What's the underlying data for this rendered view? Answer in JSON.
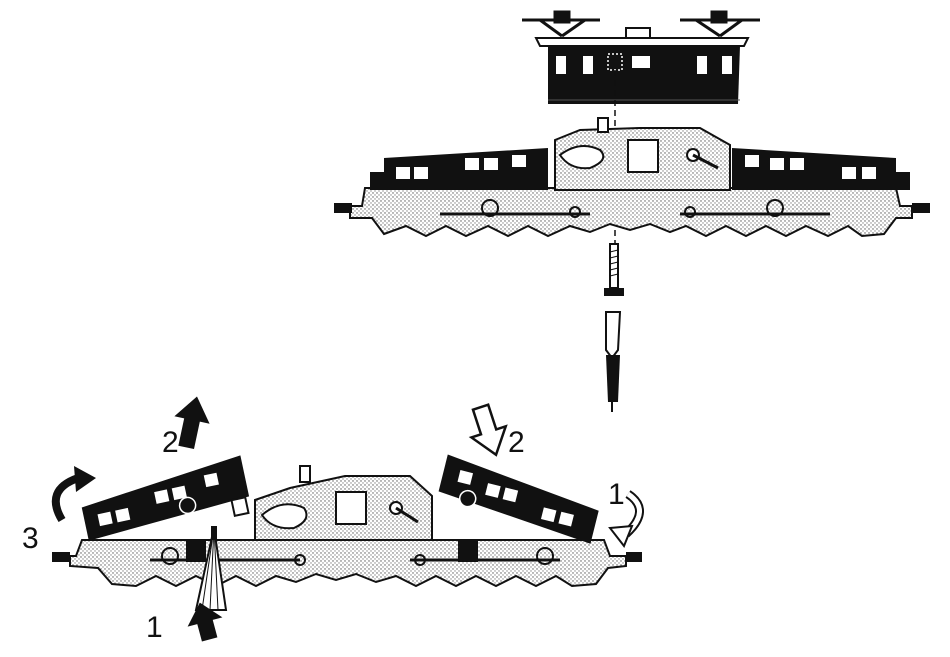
{
  "figure": {
    "step_labels": {
      "left_lift_arrow": "2",
      "left_rotate_arrow": "3",
      "bottom_push_arrow": "1",
      "right_press_arrow": "2",
      "right_curve_arrow": "1"
    },
    "colors": {
      "ink": "#111111",
      "shade": "#d9d9d9",
      "paper": "#ffffff",
      "window": "#ffffff"
    },
    "icons": {
      "arrow_solid": "solid-arrow-icon",
      "arrow_outline": "outline-arrow-icon",
      "curved_arrow": "curved-arrow-icon",
      "screwdriver": "screwdriver-icon",
      "screw": "screw-icon"
    }
  }
}
